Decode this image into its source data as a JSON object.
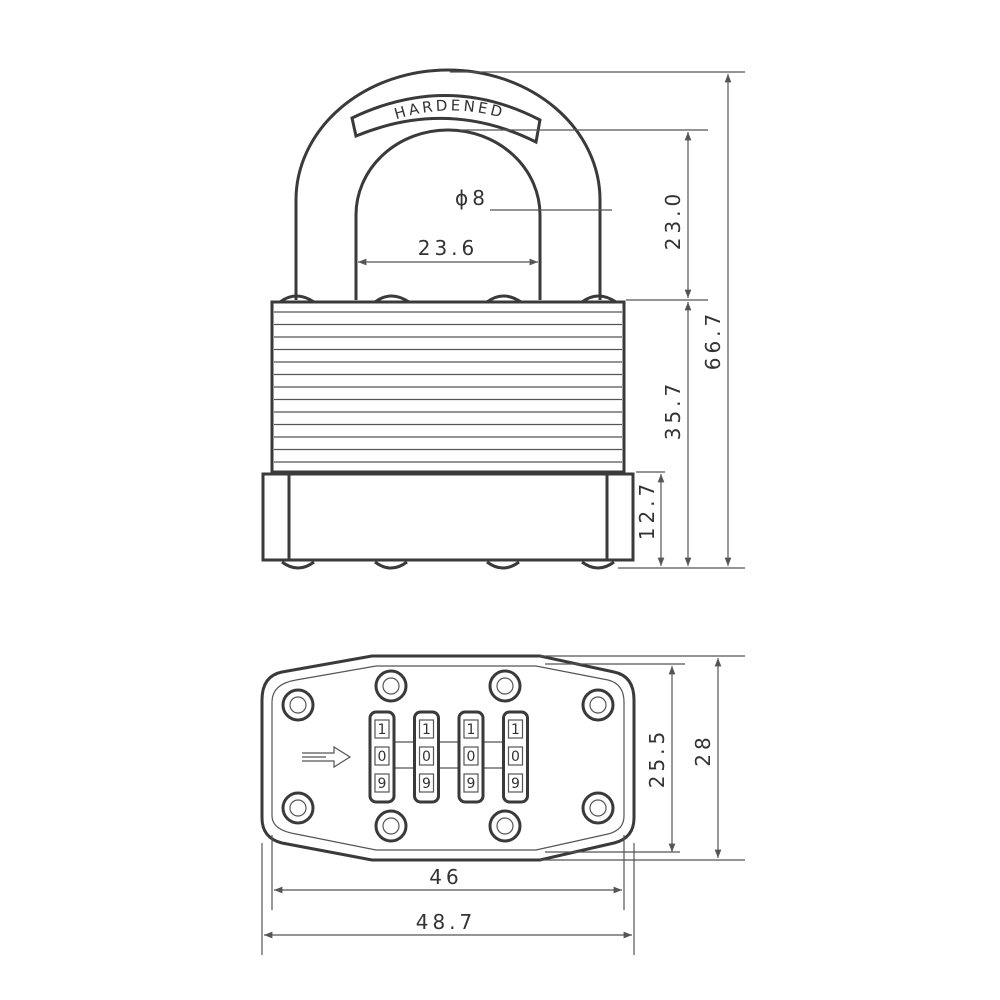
{
  "engraving": "HARDENED",
  "dimensions": {
    "shackle_diameter": "ϕ8",
    "shackle_inner_width": "23.6",
    "shackle_clearance": "23.0",
    "body_height": "35.7",
    "total_height": "66.7",
    "base_height": "12.7",
    "depth_inner": "25.5",
    "depth_outer": "28",
    "width_inner": "46",
    "width_outer": "48.7"
  },
  "dials": [
    {
      "top": "1",
      "middle": "0",
      "bottom": "9"
    },
    {
      "top": "1",
      "middle": "0",
      "bottom": "9"
    },
    {
      "top": "1",
      "middle": "0",
      "bottom": "9"
    },
    {
      "top": "1",
      "middle": "0",
      "bottom": "9"
    }
  ]
}
